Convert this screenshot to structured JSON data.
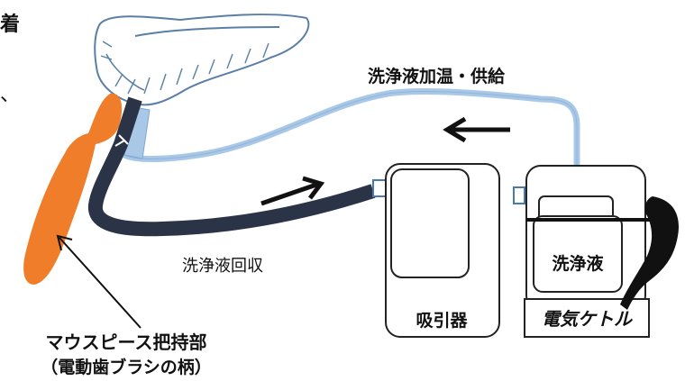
{
  "labels": {
    "top_left_clip": "着",
    "supply": "洗浄液加温・供給",
    "recovery": "洗浄液回収",
    "mouthpiece_line1": "マウスピース把持部",
    "mouthpiece_line2": "（電動歯ブラシの柄）",
    "suction": "吸引器",
    "cleaning_fluid": "洗浄液",
    "kettle": "電気ケトル"
  },
  "colors": {
    "supply_tube": "#a9c8e8",
    "recovery_tube": "#2b3347",
    "handle": "#f07d2a",
    "cord": "#111111",
    "outline": "#222222"
  }
}
